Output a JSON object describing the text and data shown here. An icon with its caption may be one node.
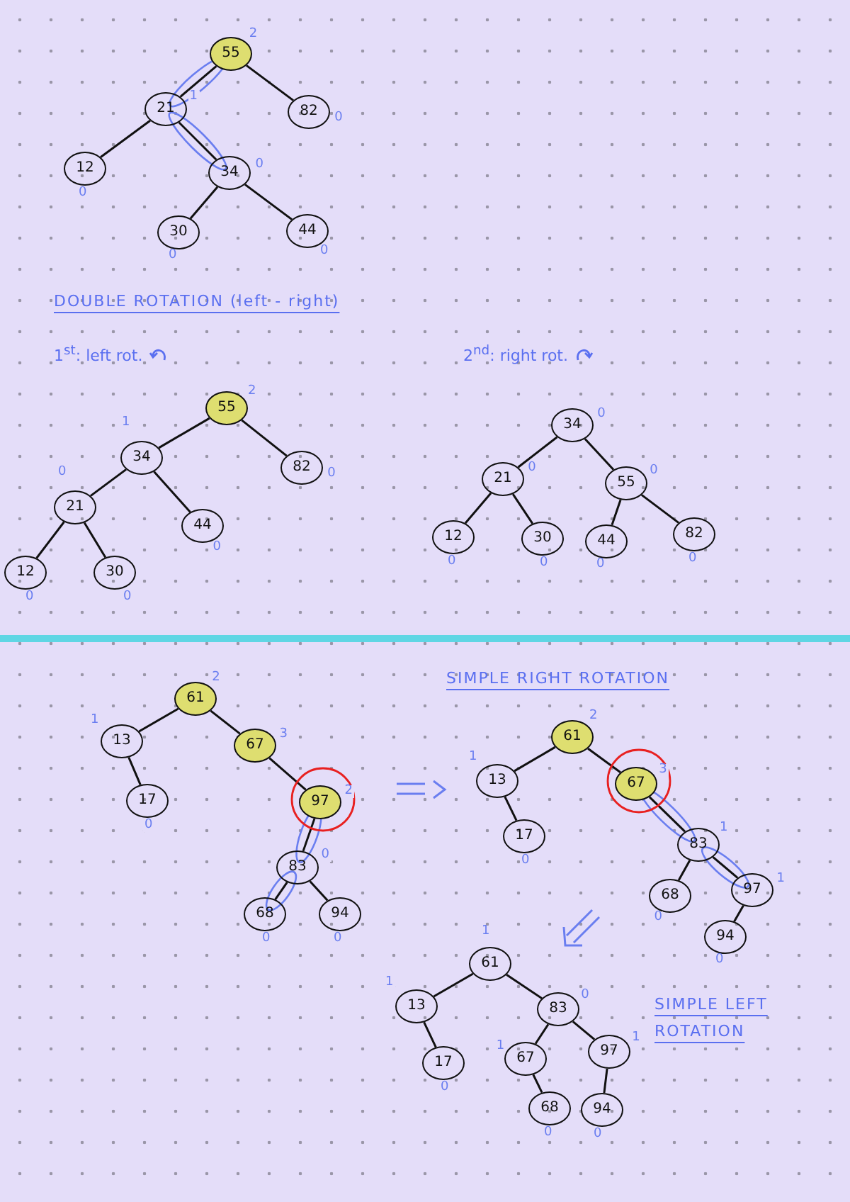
{
  "diagram": {
    "nodes": [
      {
        "text": [
          "55"
        ],
        "beside": [
          "2"
        ]
      },
      {
        "text": [
          "21"
        ],
        "beside": [
          "1"
        ]
      },
      {
        "text": [
          "82"
        ],
        "beside": [
          "0"
        ]
      },
      {
        "text": [
          "12"
        ],
        "beside": [
          "0"
        ]
      },
      {
        "text": [
          "34"
        ],
        "beside": [
          "0"
        ]
      },
      {
        "text": [
          "30"
        ],
        "beside": [
          "0"
        ]
      },
      {
        "text": [
          "44"
        ],
        "beside": [
          "0"
        ]
      },
      {
        "text": [
          "55"
        ],
        "beside": [
          "2"
        ]
      },
      {
        "text": [
          "34"
        ],
        "beside": [
          "1"
        ]
      },
      {
        "text": [
          "82"
        ],
        "beside": [
          "0"
        ]
      },
      {
        "text": [
          "21"
        ],
        "beside": [
          "0"
        ]
      },
      {
        "text": [
          "44"
        ],
        "beside": [
          "0"
        ]
      },
      {
        "text": [
          "12"
        ],
        "beside": [
          "0"
        ]
      },
      {
        "text": [
          "30"
        ],
        "beside": [
          "0"
        ]
      },
      {
        "text": [
          "34"
        ],
        "beside": [
          "0"
        ]
      },
      {
        "text": [
          "21"
        ],
        "beside": [
          "0"
        ]
      },
      {
        "text": [
          "55"
        ],
        "beside": [
          "0"
        ]
      },
      {
        "text": [
          "12"
        ],
        "beside": [
          "0"
        ]
      },
      {
        "text": [
          "30"
        ],
        "beside": [
          "0"
        ]
      },
      {
        "text": [
          "44"
        ],
        "beside": [
          "0"
        ]
      },
      {
        "text": [
          "82"
        ],
        "beside": [
          "0"
        ]
      },
      {
        "text": [
          "61"
        ],
        "beside": [
          "2"
        ]
      },
      {
        "text": [
          "13"
        ],
        "beside": [
          "1"
        ]
      },
      {
        "text": [
          "67"
        ],
        "beside": [
          "3"
        ]
      },
      {
        "text": [
          "17"
        ],
        "beside": [
          "0"
        ]
      },
      {
        "text": [
          "97"
        ],
        "beside": [
          "2"
        ]
      },
      {
        "text": [
          "83"
        ],
        "beside": [
          "0"
        ]
      },
      {
        "text": [
          "68"
        ],
        "beside": [
          "0"
        ]
      },
      {
        "text": [
          "94"
        ],
        "beside": [
          "0"
        ]
      },
      {
        "text": [
          "61"
        ],
        "beside": [
          "2"
        ]
      },
      {
        "text": [
          "13"
        ],
        "beside": [
          "1"
        ]
      },
      {
        "text": [
          "67"
        ],
        "beside": [
          "3"
        ]
      },
      {
        "text": [
          "17"
        ],
        "beside": [
          "0"
        ]
      },
      {
        "text": [
          "83"
        ],
        "beside": [
          "1"
        ]
      },
      {
        "text": [
          "68"
        ],
        "beside": [
          "0"
        ]
      },
      {
        "text": [
          "97"
        ],
        "beside": [
          "1"
        ]
      },
      {
        "text": [
          "94"
        ],
        "beside": [
          "0"
        ]
      },
      {
        "text": [
          "61"
        ],
        "beside": [
          "1"
        ]
      },
      {
        "text": [
          "13"
        ],
        "beside": [
          "1"
        ]
      },
      {
        "text": [
          "83"
        ],
        "beside": [
          "0"
        ]
      },
      {
        "text": [
          "17"
        ],
        "beside": [
          "0"
        ]
      },
      {
        "text": [
          "67"
        ],
        "beside": [
          "1"
        ]
      },
      {
        "text": [
          "97"
        ],
        "beside": [
          "1"
        ]
      },
      {
        "text": [
          "68"
        ],
        "beside": [
          "0"
        ]
      },
      {
        "text": [
          "94"
        ],
        "beside": [
          "0"
        ]
      }
    ],
    "edges": [
      {
        "from": 0,
        "to": 1,
        "arrow": "none"
      },
      {
        "from": 0,
        "to": 2,
        "arrow": "none"
      },
      {
        "from": 1,
        "to": 3,
        "arrow": "none"
      },
      {
        "from": 1,
        "to": 4,
        "arrow": "none"
      },
      {
        "from": 4,
        "to": 5,
        "arrow": "none"
      },
      {
        "from": 4,
        "to": 6,
        "arrow": "none"
      },
      {
        "from": 7,
        "to": 8,
        "arrow": "none"
      },
      {
        "from": 7,
        "to": 9,
        "arrow": "none"
      },
      {
        "from": 8,
        "to": 10,
        "arrow": "none"
      },
      {
        "from": 8,
        "to": 11,
        "arrow": "none"
      },
      {
        "from": 10,
        "to": 12,
        "arrow": "none"
      },
      {
        "from": 10,
        "to": 13,
        "arrow": "none"
      },
      {
        "from": 14,
        "to": 15,
        "arrow": "none"
      },
      {
        "from": 14,
        "to": 16,
        "arrow": "none"
      },
      {
        "from": 15,
        "to": 17,
        "arrow": "none"
      },
      {
        "from": 15,
        "to": 18,
        "arrow": "none"
      },
      {
        "from": 16,
        "to": 19,
        "arrow": "none"
      },
      {
        "from": 16,
        "to": 20,
        "arrow": "none"
      },
      {
        "from": 21,
        "to": 22,
        "arrow": "none"
      },
      {
        "from": 21,
        "to": 23,
        "arrow": "none"
      },
      {
        "from": 22,
        "to": 24,
        "arrow": "none"
      },
      {
        "from": 23,
        "to": 25,
        "arrow": "none"
      },
      {
        "from": 25,
        "to": 26,
        "arrow": "none"
      },
      {
        "from": 26,
        "to": 27,
        "arrow": "none"
      },
      {
        "from": 26,
        "to": 28,
        "arrow": "none"
      },
      {
        "from": 29,
        "to": 30,
        "arrow": "none"
      },
      {
        "from": 29,
        "to": 31,
        "arrow": "none"
      },
      {
        "from": 30,
        "to": 32,
        "arrow": "none"
      },
      {
        "from": 31,
        "to": 33,
        "arrow": "none"
      },
      {
        "from": 33,
        "to": 34,
        "arrow": "none"
      },
      {
        "from": 33,
        "to": 35,
        "arrow": "none"
      },
      {
        "from": 35,
        "to": 36,
        "arrow": "none"
      },
      {
        "from": 37,
        "to": 38,
        "arrow": "none"
      },
      {
        "from": 37,
        "to": 39,
        "arrow": "none"
      },
      {
        "from": 38,
        "to": 40,
        "arrow": "none"
      },
      {
        "from": 39,
        "to": 41,
        "arrow": "none"
      },
      {
        "from": 39,
        "to": 42,
        "arrow": "none"
      },
      {
        "from": 41,
        "to": 43,
        "arrow": "none"
      },
      {
        "from": 42,
        "to": 44,
        "arrow": "none"
      }
    ],
    "labels": [
      "DOUBLE ROTATION (left - right)",
      "1$^{st}$: left rot.",
      "2$^{nd}$: right rot.",
      "SIMPLE RIGHT ROTATION",
      "SIMPLE LEFT ROTATION"
    ]
  }
}
